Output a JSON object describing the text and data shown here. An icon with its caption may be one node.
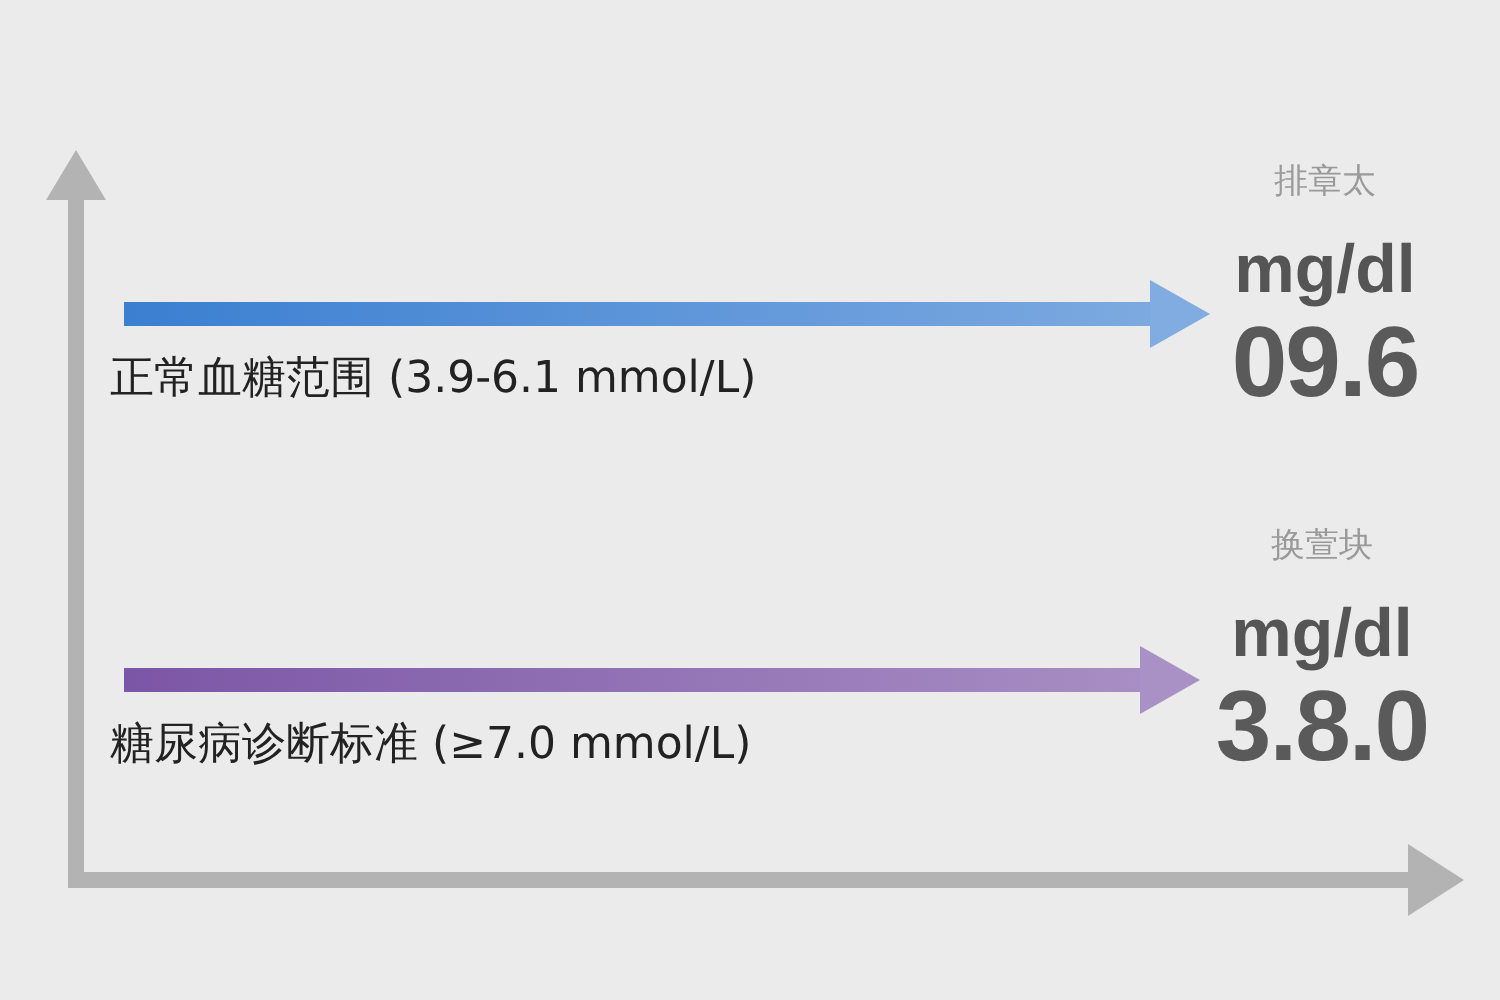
{
  "diagram": {
    "nodes": [
      {
        "text": [
          "排章太",
          "mg/dl",
          "09.6"
        ]
      },
      {
        "text": [
          "换萱块",
          "mg/dl",
          "3.8.0"
        ]
      }
    ],
    "edges": [
      {
        "from": null,
        "to": 0,
        "arrow": "to",
        "label": "正常血糖范围 (3.9-6.1 mmol/L)",
        "style": "thick",
        "color": "#3b7fd1"
      },
      {
        "from": null,
        "to": 1,
        "arrow": "to",
        "label": "糖尿病诊断标准 (≥7.0 mmol/L)",
        "style": "thick",
        "color": "#7c56a6"
      }
    ]
  }
}
